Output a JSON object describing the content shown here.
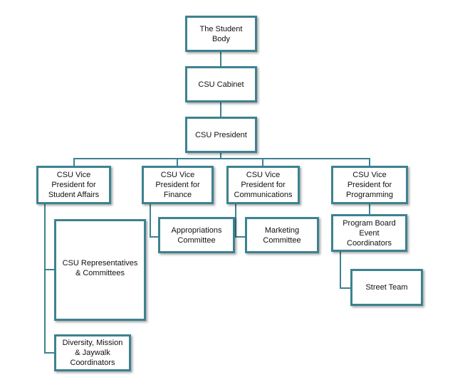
{
  "title": "Organizational Chart",
  "nodes": {
    "student_body": "The Student Body",
    "cabinet": "CSU Cabinet",
    "president": "CSU President",
    "vp_student_affairs": "CSU Vice President for Student Affairs",
    "vp_finance": "CSU Vice President for Finance",
    "vp_communications": "CSU Vice President for Communications",
    "vp_programming": "CSU Vice President for Programming",
    "representatives": "CSU Representatives & Committees",
    "diversity": "Diversity, Mission & Jaywalk Coordinators",
    "appropriations": "Appropriations Committee",
    "marketing": "Marketing Committee",
    "program_board": "Program Board Event Coordinators",
    "street_team": "Street Team"
  },
  "colors": {
    "border": "#3d8290",
    "line": "#3d8290",
    "fill": "#ffffff"
  }
}
